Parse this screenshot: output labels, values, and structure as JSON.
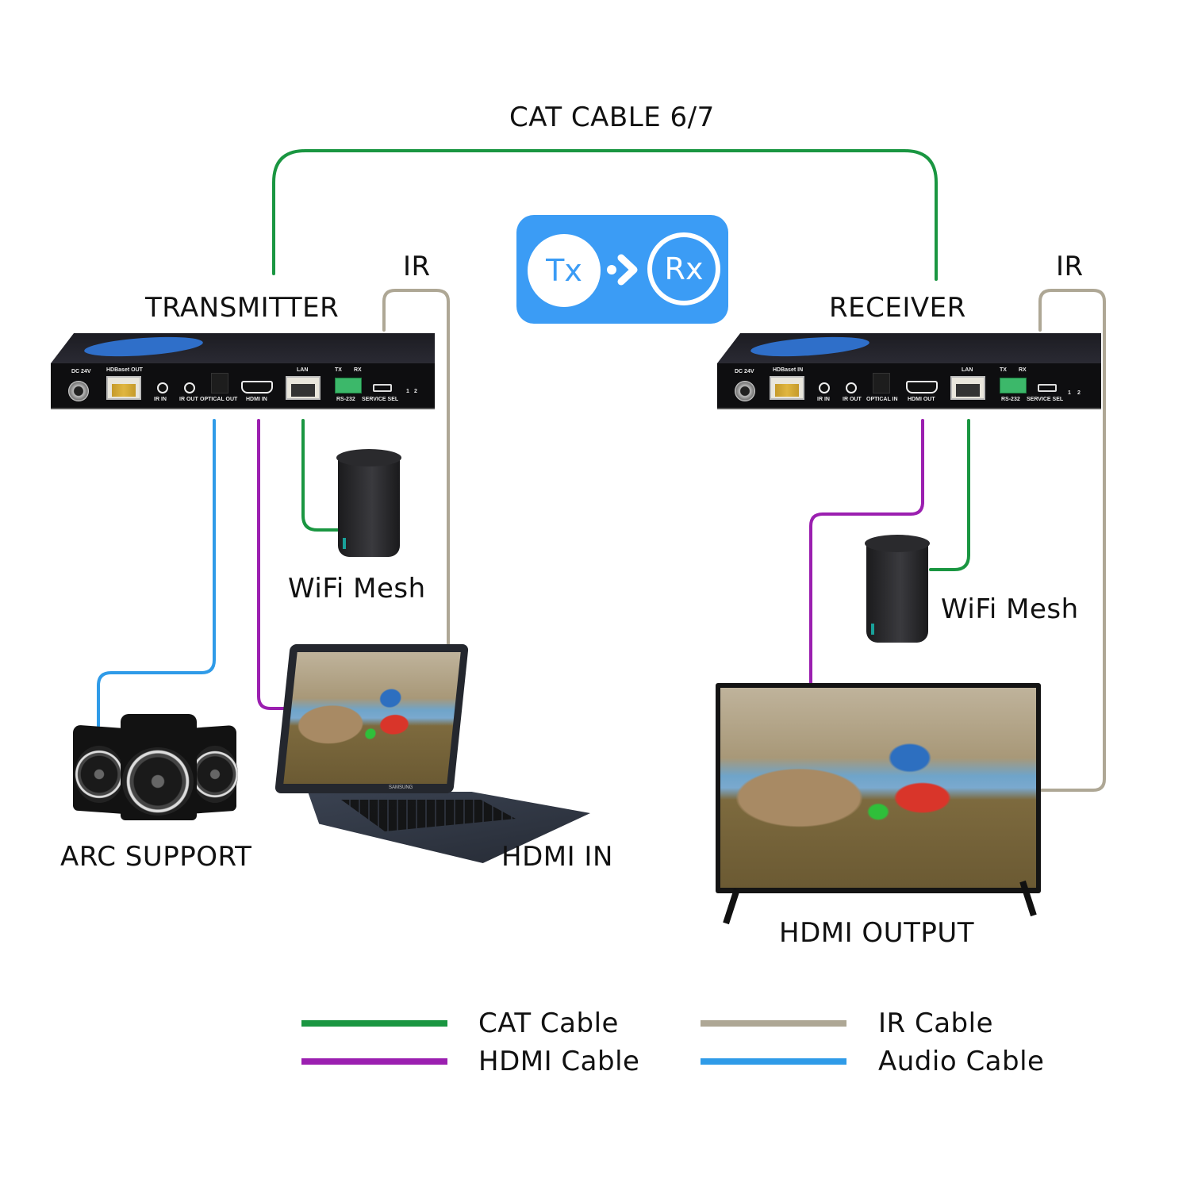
{
  "diagram": {
    "title": "CAT CABLE 6/7",
    "badge": {
      "left": "Tx",
      "right": "Rx",
      "arrow_icon": "chevron-right-with-dot"
    },
    "colors": {
      "cat": "#1a9641",
      "hdmi": "#9b1fb0",
      "ir": "#aea795",
      "audio": "#2f9be8",
      "badge_bg": "#3b9cf5"
    },
    "transmitter": {
      "label": "TRANSMITTER",
      "ir_label": "IR",
      "ports": [
        "DC 24V",
        "HDBaset OUT",
        "IR IN",
        "IR OUT",
        "OPTICAL OUT",
        "HDMI IN",
        "LAN",
        "TX",
        "RX",
        "RS-232",
        "SERVICE SEL",
        "1",
        "2"
      ]
    },
    "receiver": {
      "label": "RECEIVER",
      "ir_label": "IR",
      "ports": [
        "DC 24V",
        "HDBaset IN",
        "IR IN",
        "IR OUT",
        "OPTICAL IN",
        "HDMI OUT",
        "LAN",
        "TX",
        "RX",
        "RS-232",
        "SERVICE SEL",
        "1",
        "2"
      ]
    },
    "devices": {
      "tx_mesh": "WiFi Mesh",
      "rx_mesh": "WiFi Mesh",
      "speakers": "ARC SUPPORT",
      "laptop": "HDMI IN",
      "laptop_brand": "SAMSUNG",
      "tv": "HDMI OUTPUT"
    },
    "legend": [
      {
        "label": "CAT Cable",
        "color": "#1a9641"
      },
      {
        "label": "HDMI Cable",
        "color": "#9b1fb0"
      },
      {
        "label": "IR Cable",
        "color": "#aea795"
      },
      {
        "label": "Audio Cable",
        "color": "#2f9be8"
      }
    ]
  }
}
